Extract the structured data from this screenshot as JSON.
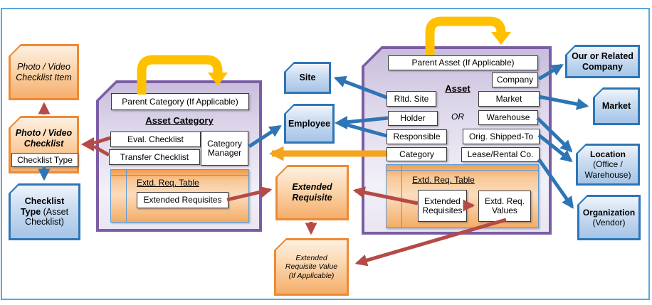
{
  "nodes": {
    "photo_video_checklist_item": "Photo / Video Checklist Item",
    "photo_video_checklist": "Photo / Video Checklist",
    "checklist_type_field": "Checklist Type",
    "checklist_type": {
      "bold": "Checklist Type",
      "rest": "(Asset Checklist)"
    },
    "site": "Site",
    "employee": "Employee",
    "our_or_related_company": "Our or Related Company",
    "market": "Market",
    "location": {
      "bold": "Location",
      "rest": "(Office / Warehouse)"
    },
    "organization": {
      "bold": "Organization",
      "rest": "(Vendor)"
    },
    "extended_requisite": "Extended Requisite",
    "extended_requisite_value": "Extended Requisite Value (If Applicable)"
  },
  "asset_category": {
    "parent_label": "Parent Category (If Applicable)",
    "title": "Asset Category",
    "fields": {
      "eval": "Eval. Checklist",
      "transfer": "Transfer Checklist",
      "manager": "Category Manager"
    },
    "table": {
      "title": "Extd. Req. Table",
      "field": "Extended Requisites"
    }
  },
  "asset": {
    "parent_label": "Parent Asset (If Applicable)",
    "title": "Asset",
    "or": "OR",
    "fields": {
      "rltd_site": "Rltd. Site",
      "holder": "Holder",
      "responsible": "Responsible",
      "category": "Category",
      "company": "Company",
      "market": "Market",
      "warehouse": "Warehouse",
      "orig_shipped_to": "Orig. Shipped-To",
      "lease_rental": "Lease/Rental Co."
    },
    "table": {
      "title": "Extd. Req. Table",
      "field": "Extended Requisites",
      "values": "Extd. Req. Values"
    }
  },
  "palette": {
    "frame_blue": "#5AA7DE",
    "purple_border": "#7B5DA5",
    "orange_border": "#EE8A33",
    "blue_border": "#2E75B6",
    "arrow_blue": "#2E75B6",
    "arrow_red": "#B54A47",
    "arrow_orange": "#F5A41F",
    "arrow_yellow": "#FFC000",
    "table_line": "#5B9BD5"
  }
}
